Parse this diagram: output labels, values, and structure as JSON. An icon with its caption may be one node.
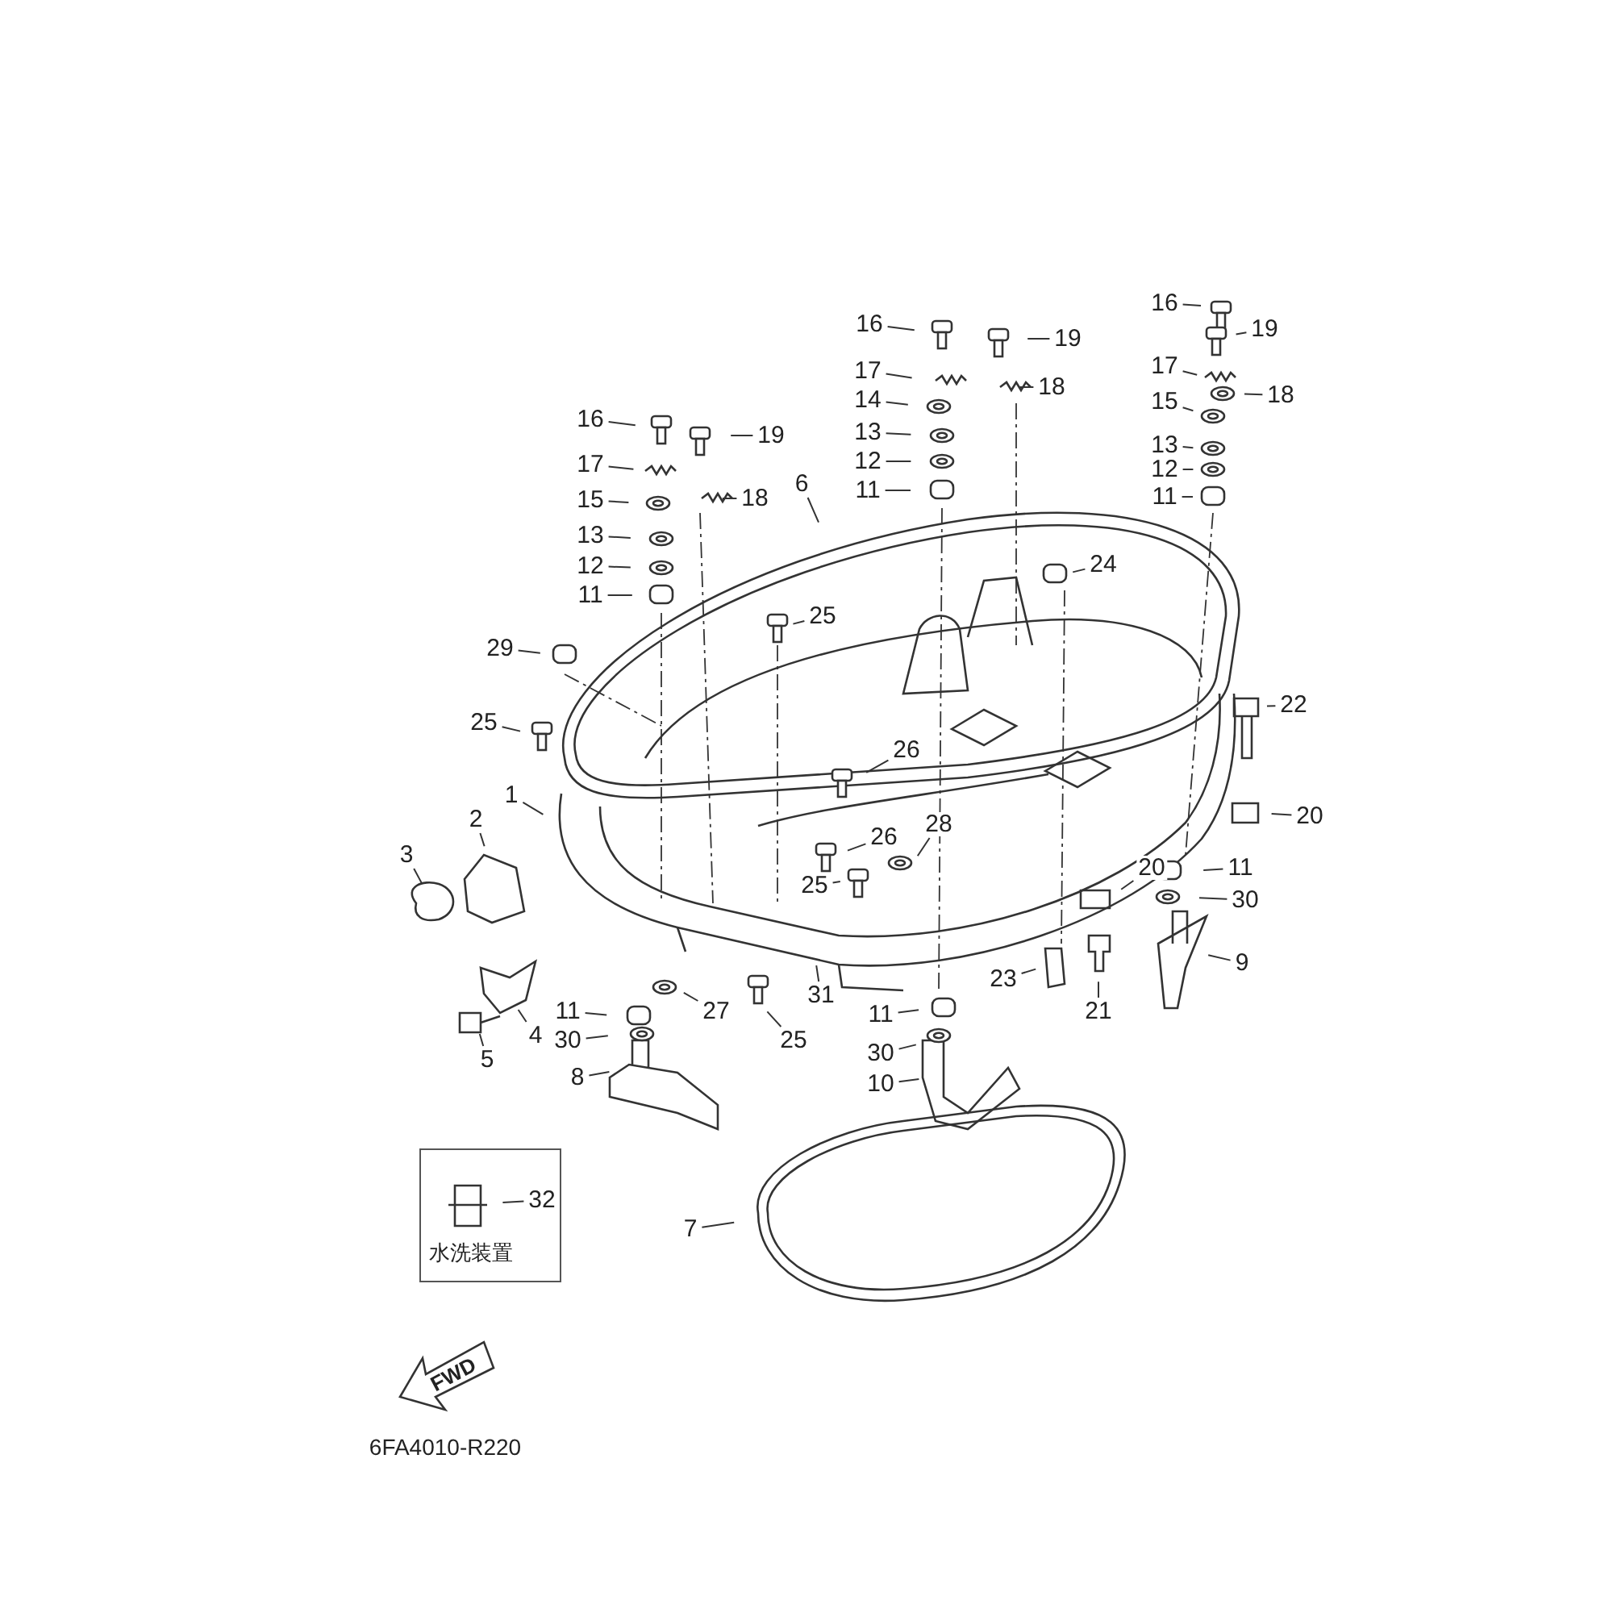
{
  "diagram": {
    "nodes": [
      {
        "text": [
          "16"
        ]
      },
      {
        "text": [
          "19"
        ]
      },
      {
        "text": [
          "17"
        ]
      },
      {
        "text": [
          "15"
        ]
      },
      {
        "text": [
          "18"
        ]
      },
      {
        "text": [
          "13"
        ]
      },
      {
        "text": [
          "12"
        ]
      },
      {
        "text": [
          "11"
        ]
      },
      {
        "text": [
          "16"
        ]
      },
      {
        "text": [
          "19"
        ]
      },
      {
        "text": [
          "17"
        ]
      },
      {
        "text": [
          "14"
        ]
      },
      {
        "text": [
          "18"
        ]
      },
      {
        "text": [
          "13"
        ]
      },
      {
        "text": [
          "12"
        ]
      },
      {
        "text": [
          "11"
        ]
      },
      {
        "text": [
          "16"
        ]
      },
      {
        "text": [
          "19"
        ]
      },
      {
        "text": [
          "17"
        ]
      },
      {
        "text": [
          "15"
        ]
      },
      {
        "text": [
          "18"
        ]
      },
      {
        "text": [
          "13"
        ]
      },
      {
        "text": [
          "12"
        ]
      },
      {
        "text": [
          "11"
        ]
      },
      {
        "text": [
          "6"
        ]
      },
      {
        "text": [
          "24"
        ]
      },
      {
        "text": [
          "25"
        ]
      },
      {
        "text": [
          "29"
        ]
      },
      {
        "text": [
          "25"
        ]
      },
      {
        "text": [
          "22"
        ]
      },
      {
        "text": [
          "26"
        ]
      },
      {
        "text": [
          "1"
        ]
      },
      {
        "text": [
          "20"
        ]
      },
      {
        "text": [
          "2"
        ]
      },
      {
        "text": [
          "26"
        ]
      },
      {
        "text": [
          "28"
        ]
      },
      {
        "text": [
          "3"
        ]
      },
      {
        "text": [
          "25"
        ]
      },
      {
        "text": [
          "11"
        ]
      },
      {
        "text": [
          "20"
        ]
      },
      {
        "text": [
          "30"
        ]
      },
      {
        "text": [
          "9"
        ]
      },
      {
        "text": [
          "23"
        ]
      },
      {
        "text": [
          "21"
        ]
      },
      {
        "text": [
          "31"
        ]
      },
      {
        "text": [
          "4"
        ]
      },
      {
        "text": [
          "27"
        ]
      },
      {
        "text": [
          "11"
        ]
      },
      {
        "text": [
          "5"
        ]
      },
      {
        "text": [
          "30"
        ]
      },
      {
        "text": [
          "25"
        ]
      },
      {
        "text": [
          "11"
        ]
      },
      {
        "text": [
          "30"
        ]
      },
      {
        "text": [
          "8"
        ]
      },
      {
        "text": [
          "10"
        ]
      },
      {
        "text": [
          "7"
        ]
      },
      {
        "text": [
          "水洗装置"
        ]
      },
      {
        "text": [
          "32"
        ],
        "in": 56
      }
    ],
    "edges": [
      {
        "from": 0,
        "to": null,
        "arrow": "none"
      },
      {
        "from": 1,
        "to": null,
        "arrow": "none"
      },
      {
        "from": 2,
        "to": null,
        "arrow": "none"
      },
      {
        "from": 3,
        "to": null,
        "arrow": "none"
      },
      {
        "from": 4,
        "to": null,
        "arrow": "none"
      },
      {
        "from": 5,
        "to": null,
        "arrow": "none"
      },
      {
        "from": 6,
        "to": null,
        "arrow": "none"
      },
      {
        "from": 7,
        "to": null,
        "arrow": "none"
      },
      {
        "from": 8,
        "to": null,
        "arrow": "none"
      },
      {
        "from": 9,
        "to": null,
        "arrow": "none"
      },
      {
        "from": 10,
        "to": null,
        "arrow": "none"
      },
      {
        "from": 11,
        "to": null,
        "arrow": "none"
      },
      {
        "from": 12,
        "to": null,
        "arrow": "none"
      },
      {
        "from": 13,
        "to": null,
        "arrow": "none"
      },
      {
        "from": 14,
        "to": null,
        "arrow": "none"
      },
      {
        "from": 15,
        "to": null,
        "arrow": "none"
      },
      {
        "from": 16,
        "to": null,
        "arrow": "none"
      },
      {
        "from": 17,
        "to": null,
        "arrow": "none"
      },
      {
        "from": 18,
        "to": null,
        "arrow": "none"
      },
      {
        "from": 19,
        "to": null,
        "arrow": "none"
      },
      {
        "from": 20,
        "to": null,
        "arrow": "none"
      },
      {
        "from": 21,
        "to": null,
        "arrow": "none"
      },
      {
        "from": 22,
        "to": null,
        "arrow": "none"
      },
      {
        "from": 23,
        "to": null,
        "arrow": "none"
      },
      {
        "from": 24,
        "to": null,
        "arrow": "none"
      },
      {
        "from": 25,
        "to": null,
        "arrow": "none"
      },
      {
        "from": 26,
        "to": null,
        "arrow": "none"
      },
      {
        "from": 27,
        "to": null,
        "arrow": "none"
      },
      {
        "from": 28,
        "to": null,
        "arrow": "none"
      },
      {
        "from": 29,
        "to": null,
        "arrow": "none"
      },
      {
        "from": 30,
        "to": null,
        "arrow": "none"
      },
      {
        "from": 31,
        "to": null,
        "arrow": "none"
      },
      {
        "from": 32,
        "to": null,
        "arrow": "none"
      },
      {
        "from": 33,
        "to": null,
        "arrow": "none"
      },
      {
        "from": 34,
        "to": null,
        "arrow": "none"
      },
      {
        "from": 35,
        "to": null,
        "arrow": "none"
      },
      {
        "from": 36,
        "to": null,
        "arrow": "none"
      },
      {
        "from": 37,
        "to": null,
        "arrow": "none"
      },
      {
        "from": 38,
        "to": null,
        "arrow": "none"
      },
      {
        "from": 39,
        "to": null,
        "arrow": "none"
      },
      {
        "from": 40,
        "to": null,
        "arrow": "none"
      },
      {
        "from": 41,
        "to": null,
        "arrow": "none"
      },
      {
        "from": 42,
        "to": null,
        "arrow": "none"
      },
      {
        "from": 43,
        "to": null,
        "arrow": "none"
      },
      {
        "from": 44,
        "to": null,
        "arrow": "none"
      },
      {
        "from": 45,
        "to": null,
        "arrow": "none"
      },
      {
        "from": 46,
        "to": null,
        "arrow": "none"
      },
      {
        "from": 47,
        "to": null,
        "arrow": "none"
      },
      {
        "from": 48,
        "to": null,
        "arrow": "none"
      },
      {
        "from": 49,
        "to": null,
        "arrow": "none"
      },
      {
        "from": 50,
        "to": null,
        "arrow": "none"
      },
      {
        "from": 51,
        "to": null,
        "arrow": "none"
      },
      {
        "from": 52,
        "to": null,
        "arrow": "none"
      },
      {
        "from": 53,
        "to": null,
        "arrow": "none"
      },
      {
        "from": 54,
        "to": null,
        "arrow": "none"
      },
      {
        "from": 55,
        "to": null,
        "arrow": "none"
      },
      {
        "from": 57,
        "to": null,
        "arrow": "none"
      }
    ],
    "labels": [
      "FWD",
      "6FA4010-R220"
    ]
  }
}
